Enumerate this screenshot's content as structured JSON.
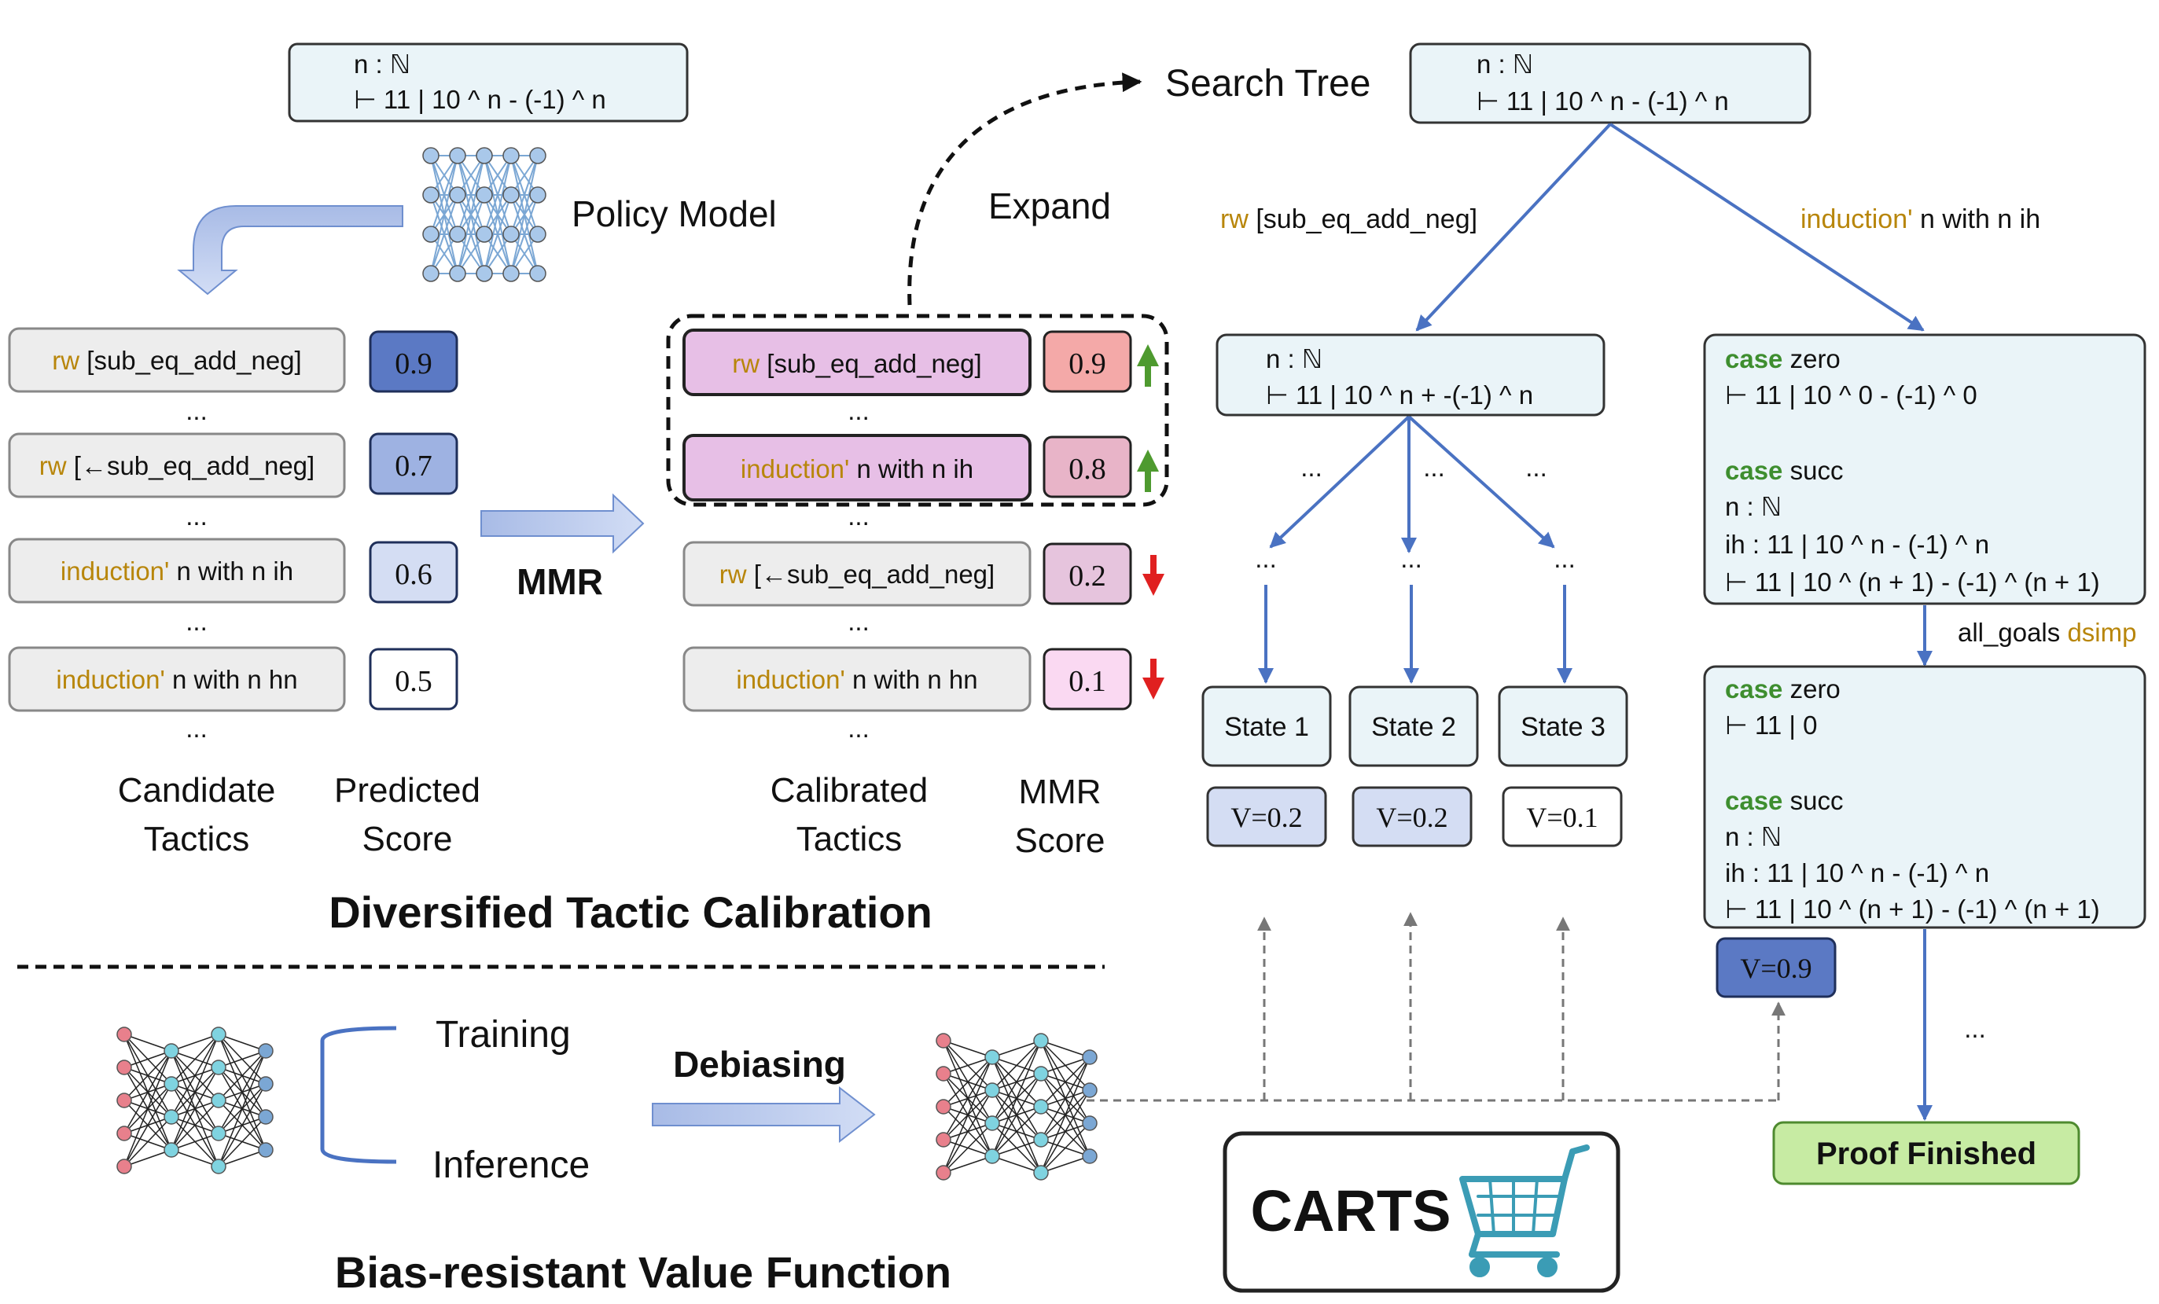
{
  "policy_section": {
    "input_goal": {
      "line1": "n : ℕ",
      "line2": "⊢ 11 | 10 ^ n - (-1) ^ n"
    },
    "policy_model_label": "Policy Model",
    "ellipsis": "...",
    "candidates": [
      {
        "kw": "rw",
        "rest": " [sub_eq_add_neg]",
        "score": "0.9",
        "score_color": "#5B79C4"
      },
      {
        "kw": "rw",
        "rest": " [←sub_eq_add_neg]",
        "score": "0.7",
        "score_color": "#9EB2E2"
      },
      {
        "kw": "induction'",
        "rest": " n with n ih",
        "score": "0.6",
        "score_color": "#D4DDF3"
      },
      {
        "kw": "induction'",
        "rest": " n with n hn",
        "score": "0.5",
        "score_color": "#FFFFFF"
      }
    ],
    "candidate_label": {
      "line1": "Candidate",
      "line2": "Tactics"
    },
    "predicted_label": {
      "line1": "Predicted",
      "line2": "Score"
    },
    "mmr_arrow_label": "MMR",
    "calibrated": [
      {
        "kw": "rw",
        "rest": " [sub_eq_add_neg]",
        "score": "0.9",
        "score_color": "#F4A9A8",
        "trend": "up"
      },
      {
        "kw": "induction'",
        "rest": " n with n ih",
        "score": "0.8",
        "score_color": "#E8B4C8",
        "trend": "up"
      },
      {
        "kw": "rw",
        "rest": " [←sub_eq_add_neg]",
        "score": "0.2",
        "score_color": "#E6C4DD",
        "trend": "down"
      },
      {
        "kw": "induction'",
        "rest": " n with n hn",
        "score": "0.1",
        "score_color": "#FAD9F2",
        "trend": "down"
      }
    ],
    "calibrated_label": {
      "line1": "Calibrated",
      "line2": "Tactics"
    },
    "mmr_score_label": {
      "line1": "MMR",
      "line2": "Score"
    },
    "expand_label": "Expand",
    "section_title": "Diversified Tactic Calibration"
  },
  "value_section": {
    "training_label": "Training",
    "inference_label": "Inference",
    "debiasing_label": "Debiasing",
    "section_title": "Bias-resistant Value Function"
  },
  "search_tree": {
    "title": "Search Tree",
    "root": {
      "line1": "n : ℕ",
      "line2": "⊢ 11 | 10 ^ n - (-1) ^ n"
    },
    "left_edge": {
      "kw": "rw",
      "rest": " [sub_eq_add_neg]"
    },
    "right_edge": {
      "kw": "induction'",
      "rest": " n with n ih"
    },
    "left_node": {
      "line1": "n : ℕ",
      "line2": "⊢ 11 | 10 ^ n + -(-1) ^ n"
    },
    "states": [
      {
        "label": "State 1",
        "value": "V=0.2",
        "color": "#D4DDF3"
      },
      {
        "label": "State 2",
        "value": "V=0.2",
        "color": "#D4DDF3"
      },
      {
        "label": "State 3",
        "value": "V=0.1",
        "color": "#FFFFFF"
      }
    ],
    "right_node1": {
      "case1_kw": "case",
      "case1_name": " zero",
      "line2": "⊢ 11 | 10 ^ 0 - (-1) ^ 0",
      "case2_kw": "case",
      "case2_name": " succ",
      "line4": "n : ℕ",
      "line5": "ih : 11 | 10 ^ n - (-1) ^ n",
      "line6": "⊢ 11 | 10 ^ (n + 1) - (-1) ^ (n + 1)"
    },
    "mid_edge": {
      "plain": "all_goals ",
      "kw": "dsimp"
    },
    "right_node2": {
      "case1_kw": "case",
      "case1_name": " zero",
      "line2": "⊢ 11 | 0",
      "case2_kw": "case",
      "case2_name": " succ",
      "line4": "n : ℕ",
      "line5": "ih : 11 | 10 ^ n - (-1) ^ n",
      "line6": "⊢ 11 | 10 ^ (n + 1) - (-1) ^ (n + 1)"
    },
    "right_value": "V=0.9",
    "proof_finished": "Proof Finished",
    "carts_label": "CARTS"
  },
  "colors": {
    "node_fill": "#EAF4F8",
    "node_stroke": "#333333",
    "edge_blue": "#4A72C2",
    "keyword_orange": "#B8860B",
    "keyword_green": "#3E8E2F",
    "proof_finished_fill": "#C7EBA3",
    "arrow_fill": "#B6C6EA",
    "up_arrow": "#4E9A2F",
    "down_arrow": "#E02020"
  }
}
